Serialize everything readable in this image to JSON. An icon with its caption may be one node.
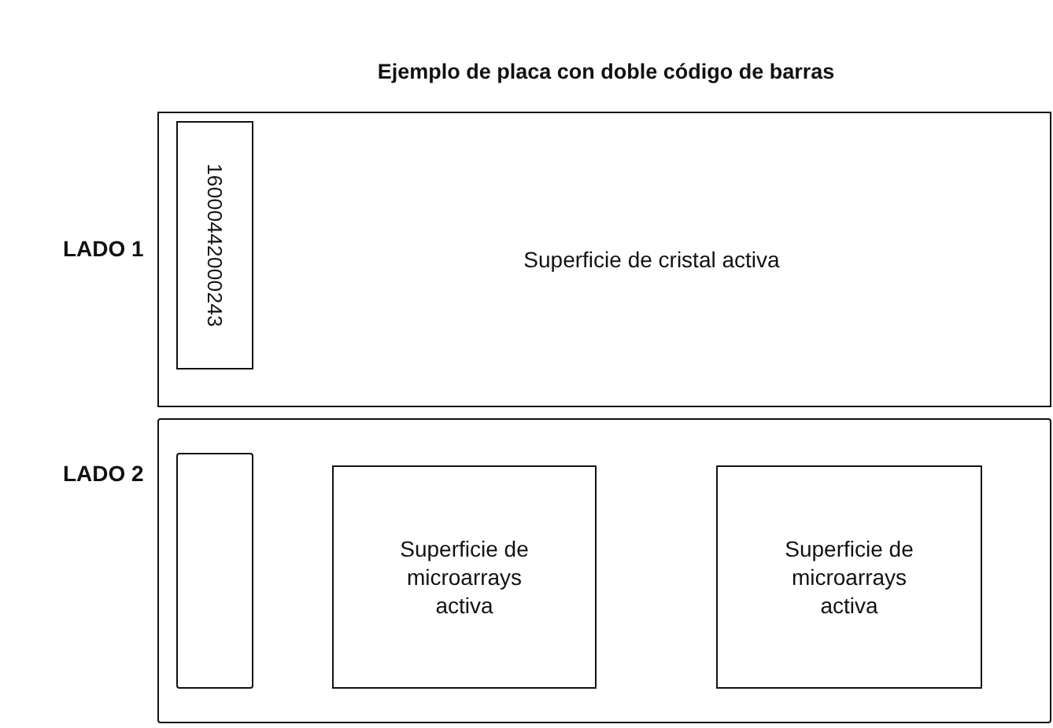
{
  "diagram": {
    "title": "Ejemplo de placa con doble código de barras",
    "nodes": [
      {
        "text": [
          "Superficie de cristal activa"
        ]
      },
      {
        "text": [
          "16000442000243"
        ],
        "in": 0
      },
      {
        "text": [],
        "shape": "box"
      },
      {
        "text": [],
        "shape": "box",
        "in": 2
      },
      {
        "text": [
          "Superficie de microarrays activa"
        ],
        "in": 2
      },
      {
        "text": [
          "Superficie de microarrays activa"
        ],
        "in": 2
      }
    ],
    "labels": [
      "LADO 1",
      "LADO 2"
    ]
  }
}
